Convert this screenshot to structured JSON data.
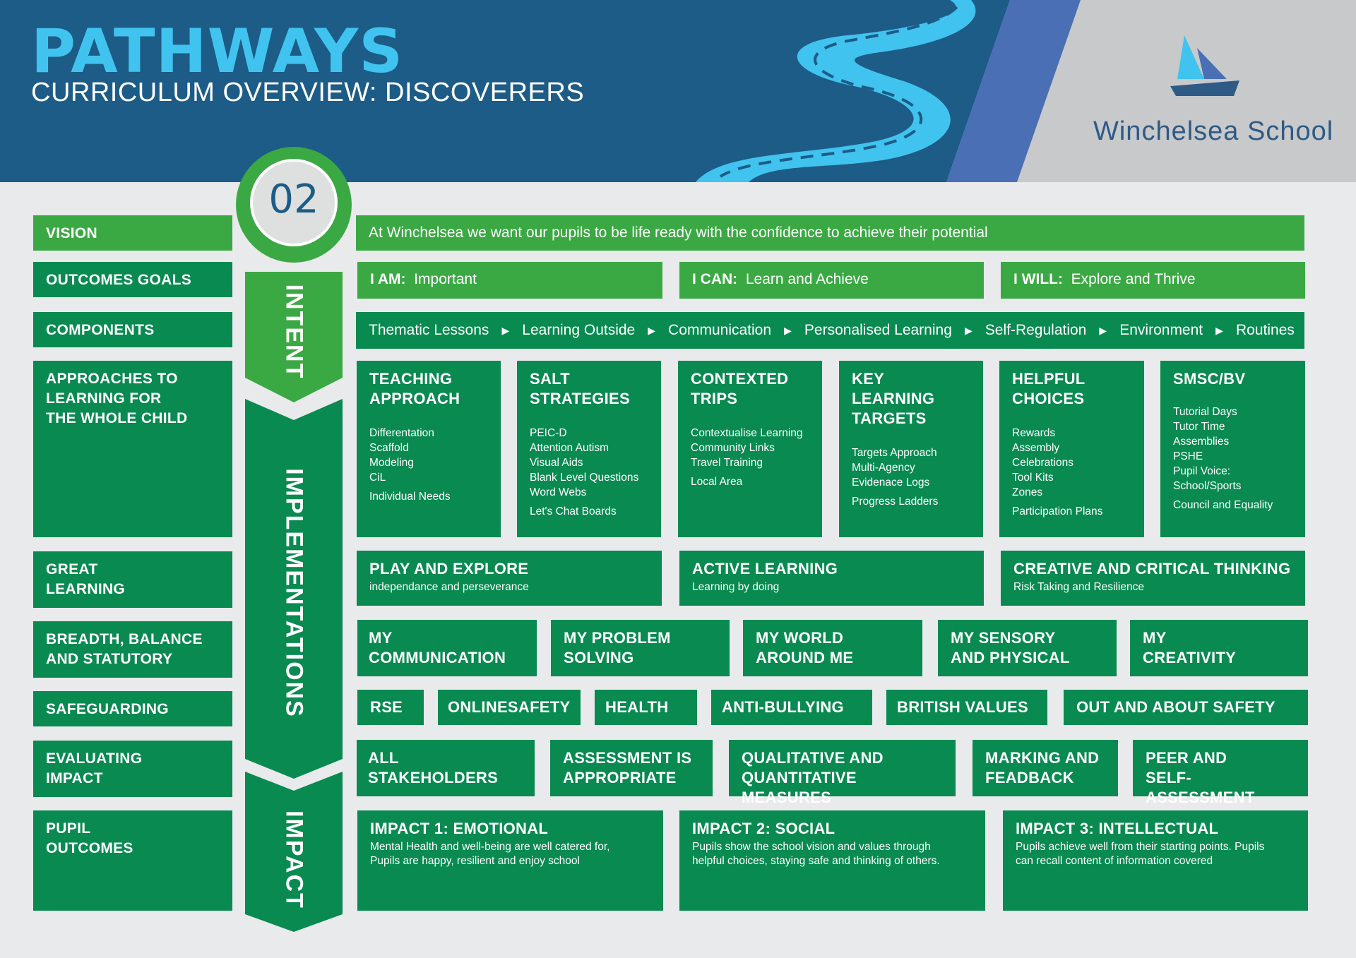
{
  "header": {
    "title": "PATHWAYS",
    "subtitle": "CURRICULUM OVERVIEW: DISCOVERERS",
    "school_name": "Winchelsea School",
    "step_number": "02"
  },
  "colors": {
    "header_blue": "#1c5c86",
    "accent_cyan": "#41c3ef",
    "green_dark": "#088a51",
    "green_light": "#3ba943",
    "grey": "#c8c9cb"
  },
  "spine": {
    "intent": "INTENT",
    "implementations": "IMPLEMENTATIONS",
    "impact": "IMPACT"
  },
  "left_labels": {
    "vision": "VISION",
    "outcomes_goals": "OUTCOMES GOALS",
    "components": "COMPONENTS",
    "approaches": [
      "APPROACHES TO",
      "LEARNING FOR",
      "THE WHOLE CHILD"
    ],
    "great_learning": [
      "GREAT",
      "LEARNING"
    ],
    "breadth": [
      "BREADTH, BALANCE",
      "AND STATUTORY"
    ],
    "safeguarding": "SAFEGUARDING",
    "evaluating": [
      "EVALUATING",
      "IMPACT"
    ],
    "pupil_outcomes": [
      "PUPIL",
      "OUTCOMES"
    ]
  },
  "vision_text": "At Winchelsea we want our pupils to be life ready with the confidence to achieve their potential",
  "outcomes": [
    {
      "key": "I AM:",
      "value": "Important"
    },
    {
      "key": "I CAN:",
      "value": "Learn and Achieve"
    },
    {
      "key": "I WILL:",
      "value": "Explore and Thrive"
    }
  ],
  "components": [
    "Thematic Lessons",
    "Learning Outside",
    "Communication",
    "Personalised Learning",
    "Self-Regulation",
    "Environment",
    "Routines"
  ],
  "approaches": [
    {
      "title": [
        "TEACHING",
        "APPROACH"
      ],
      "items": [
        "Differentation",
        "Scaffold",
        "Modeling",
        "CiL"
      ],
      "extra": "Individual Needs"
    },
    {
      "title": [
        "SALT",
        "STRATEGIES"
      ],
      "items": [
        "PEIC-D",
        "Attention Autism",
        "Visual Aids",
        "Blank Level Questions",
        "Word Webs"
      ],
      "extra": "Let's Chat Boards"
    },
    {
      "title": [
        "CONTEXTED",
        "TRIPS"
      ],
      "items": [
        "Contextualise Learning",
        "Community Links",
        "Travel Training"
      ],
      "extra": "Local Area"
    },
    {
      "title": [
        "KEY LEARNING",
        "TARGETS"
      ],
      "items": [
        "Targets Approach",
        "Multi-Agency",
        "Evidenace Logs"
      ],
      "extra": "Progress Ladders"
    },
    {
      "title": [
        "HELPFUL",
        "CHOICES"
      ],
      "items": [
        "Rewards",
        "Assembly",
        "Celebrations",
        "Tool Kits",
        "Zones"
      ],
      "extra": "Participation Plans"
    },
    {
      "title": [
        "SMSC/BV",
        ""
      ],
      "items": [
        "Tutorial Days",
        "Tutor Time",
        "Assemblies",
        "PSHE",
        "Pupil Voice:",
        "School/Sports"
      ],
      "extra": "Council and Equality"
    }
  ],
  "great_learning": [
    {
      "title": "PLAY AND EXPLORE",
      "sub": "independance and perseverance"
    },
    {
      "title": "ACTIVE LEARNING",
      "sub": "Learning by doing"
    },
    {
      "title": "CREATIVE AND CRITICAL THINKING",
      "sub": "Risk Taking and Resilience"
    }
  ],
  "breadth": [
    [
      "MY",
      "COMMUNICATION"
    ],
    [
      "MY PROBLEM",
      "SOLVING"
    ],
    [
      "MY WORLD",
      "AROUND ME"
    ],
    [
      "MY SENSORY",
      "AND PHYSICAL"
    ],
    [
      "MY",
      "CREATIVITY"
    ]
  ],
  "safeguarding": [
    "RSE",
    "ONLINESAFETY",
    "HEALTH",
    "ANTI-BULLYING",
    "BRITISH VALUES",
    "OUT AND ABOUT SAFETY"
  ],
  "evaluating": [
    [
      "ALL STAKEHOLDERS",
      ""
    ],
    [
      "ASSESSMENT IS",
      "APPROPRIATE"
    ],
    [
      "QUALITATIVE AND",
      "QUANTITATIVE MEASURES"
    ],
    [
      "MARKING AND",
      "FEADBACK"
    ],
    [
      "PEER AND",
      "SELF-ASSESSMENT"
    ]
  ],
  "impacts": [
    {
      "title": "IMPACT 1: EMOTIONAL",
      "lines": [
        "Mental Health and well-being are well catered for,",
        "Pupils are happy, resilient and enjoy school"
      ]
    },
    {
      "title": "IMPACT 2: SOCIAL",
      "lines": [
        "Pupils show the school vision and values through",
        "helpful choices, staying safe and thinking of others."
      ]
    },
    {
      "title": "IMPACT 3: INTELLECTUAL",
      "lines": [
        "Pupils achieve well from their starting points. Pupils",
        "can recall content of information covered"
      ]
    }
  ]
}
